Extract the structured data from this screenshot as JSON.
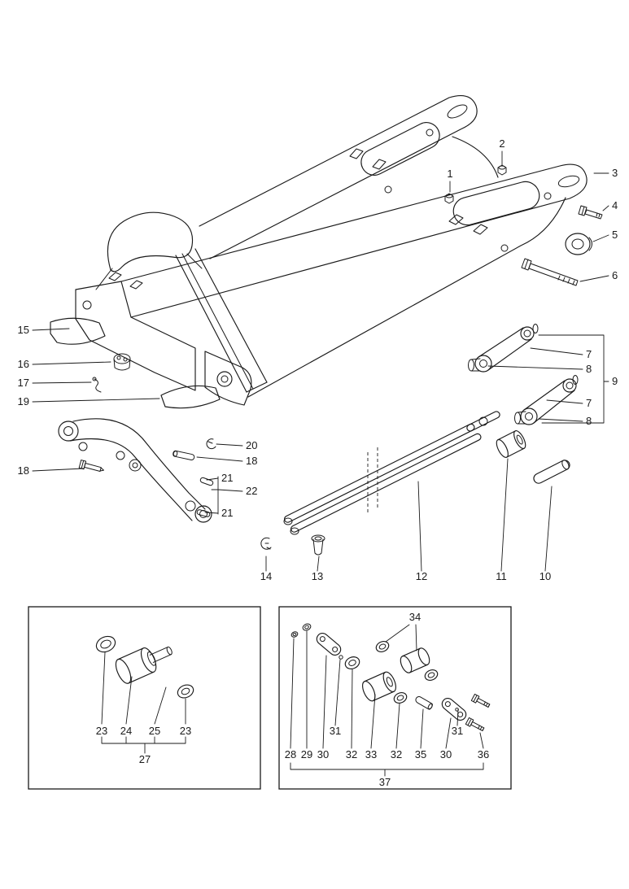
{
  "meta": {
    "background": "#ffffff",
    "ink": "#1a1a1a"
  },
  "diagram": {
    "kind": "exploded-parts-diagram",
    "subject": "pallet-truck-fork-frame",
    "callouts": [
      {
        "label": "2"
      },
      {
        "label": "1"
      },
      {
        "label": "3"
      },
      {
        "label": "4"
      },
      {
        "label": "5"
      },
      {
        "label": "6"
      },
      {
        "label": "7"
      },
      {
        "label": "8"
      },
      {
        "label": "9"
      },
      {
        "label": "7"
      },
      {
        "label": "8"
      },
      {
        "label": "15"
      },
      {
        "label": "16"
      },
      {
        "label": "17"
      },
      {
        "label": "19"
      },
      {
        "label": "18"
      },
      {
        "label": "20"
      },
      {
        "label": "18"
      },
      {
        "label": "21"
      },
      {
        "label": "22"
      },
      {
        "label": "21"
      },
      {
        "label": "14"
      },
      {
        "label": "13"
      },
      {
        "label": "12"
      },
      {
        "label": "11"
      },
      {
        "label": "10"
      },
      {
        "label": "23"
      },
      {
        "label": "24"
      },
      {
        "label": "25"
      },
      {
        "label": "23"
      },
      {
        "label": "27"
      },
      {
        "label": "34"
      },
      {
        "label": "28"
      },
      {
        "label": "29"
      },
      {
        "label": "30"
      },
      {
        "label": "31"
      },
      {
        "label": "32"
      },
      {
        "label": "33"
      },
      {
        "label": "32"
      },
      {
        "label": "35"
      },
      {
        "label": "30"
      },
      {
        "label": "31"
      },
      {
        "label": "36"
      },
      {
        "label": "37"
      }
    ]
  }
}
